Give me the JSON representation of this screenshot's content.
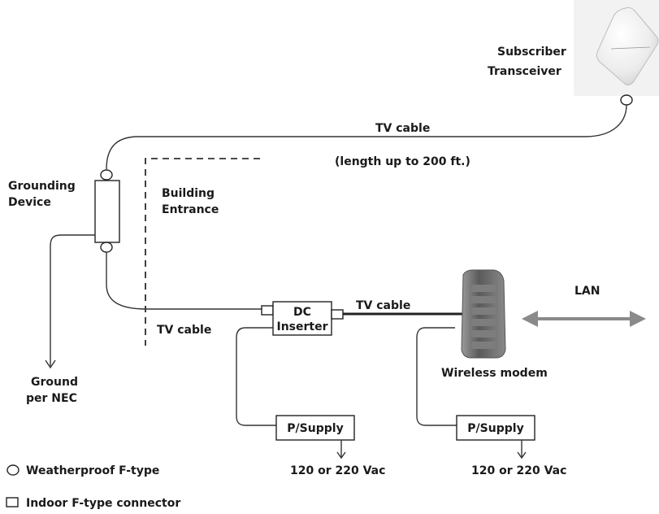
{
  "labels": {
    "subscriber_line1": "Subscriber",
    "subscriber_line2": "Transceiver",
    "tv_cable_top": "TV cable",
    "length_note": "(length up to 200 ft.)",
    "grounding_line1": "Grounding",
    "grounding_line2": "Device",
    "building_line1": "Building",
    "building_line2": "Entrance",
    "tv_cable_bottom": "TV cable",
    "tv_cable_middle": "TV cable",
    "dc_line1": "DC",
    "dc_line2": "Inserter",
    "lan": "LAN",
    "wireless_modem": "Wireless modem",
    "ground_line1": "Ground",
    "ground_line2": "per NEC",
    "psupply_left": "P/Supply",
    "psupply_right": "P/Supply",
    "power_left": "120 or 220 Vac",
    "power_right": "120 or 220 Vac"
  },
  "legend": {
    "weatherproof": "Weatherproof F-type",
    "indoor": "Indoor F-type connector"
  },
  "colors": {
    "line": "#333333",
    "lan_arrow": "#8a8a8a",
    "modem_body": "#6b6b6b",
    "transceiver_body": "#eeeeee"
  },
  "icons": {
    "transceiver": "subscriber-transceiver-icon",
    "modem": "wireless-modem-icon"
  }
}
